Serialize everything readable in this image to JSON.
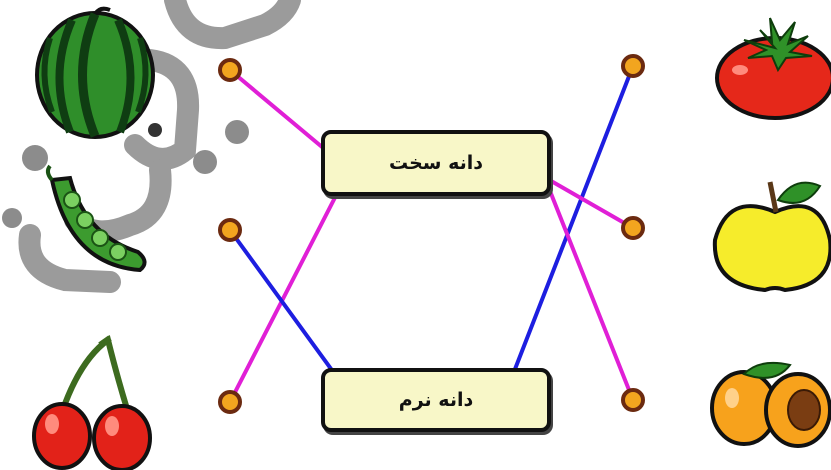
{
  "labels": {
    "hard_seed": "دانه سخت",
    "soft_seed": "دانه نرم"
  },
  "left_items": [
    {
      "name": "watermelon-icon"
    },
    {
      "name": "pea-pod-icon"
    },
    {
      "name": "cherry-icon"
    }
  ],
  "right_items": [
    {
      "name": "tomato-icon"
    },
    {
      "name": "apple-icon"
    },
    {
      "name": "apricot-icon"
    }
  ],
  "connections": [
    {
      "from": "watermelon",
      "to": "hard_seed",
      "color": "#e01fd6"
    },
    {
      "from": "cherry",
      "to": "hard_seed",
      "color": "#e01fd6"
    },
    {
      "from": "pea_pod",
      "to": "soft_seed",
      "color": "#1d1ee0"
    },
    {
      "from": "tomato",
      "to": "soft_seed",
      "color": "#1d1ee0"
    },
    {
      "from": "apple",
      "to": "hard_seed",
      "color": "#e01fd6"
    },
    {
      "from": "apricot",
      "to": "hard_seed",
      "color": "#e01fd6"
    }
  ],
  "colors": {
    "magenta_line": "#e01fd6",
    "blue_line": "#1d1ee0",
    "box_fill": "#f8f7c8",
    "dot_fill": "#f2a51f"
  }
}
